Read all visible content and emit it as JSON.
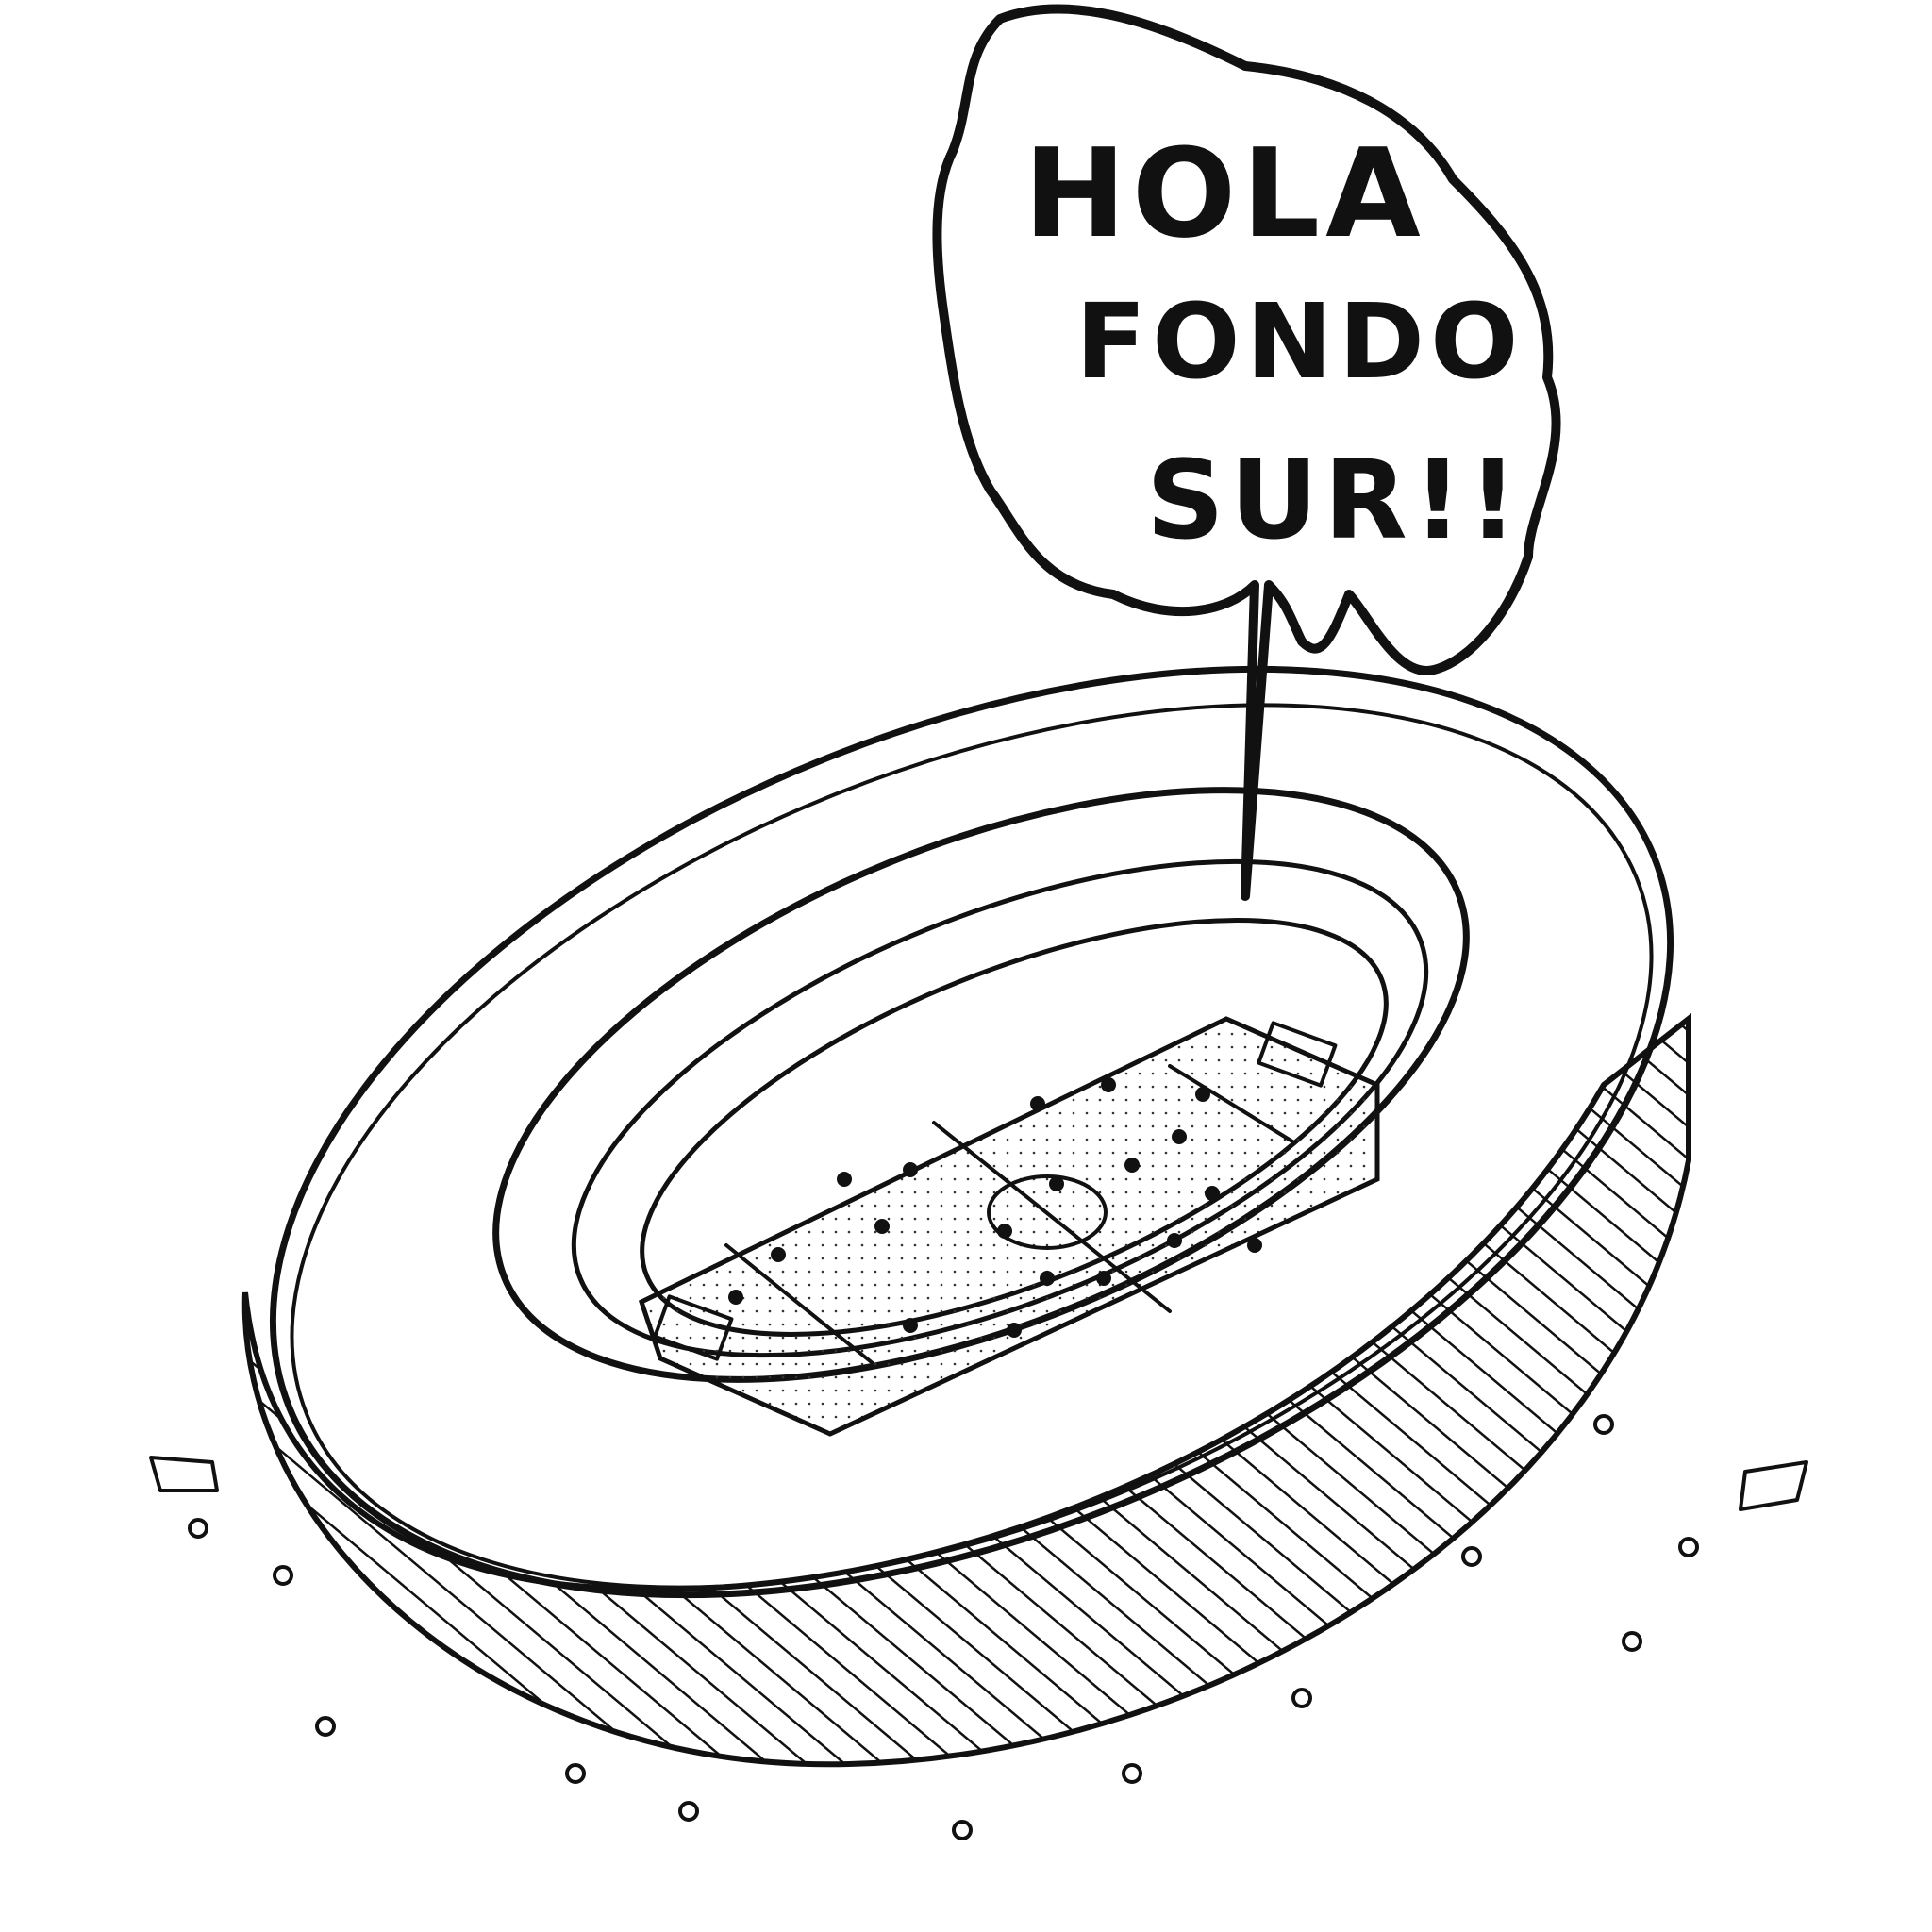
{
  "speech_bubble": {
    "lines": [
      "HOLA",
      "FONDO",
      "SUR!!"
    ]
  },
  "colors": {
    "ink": "#111111",
    "paper": "#ffffff"
  },
  "scene": {
    "subject": "stadium-illustration",
    "style": "black ink line drawing"
  }
}
